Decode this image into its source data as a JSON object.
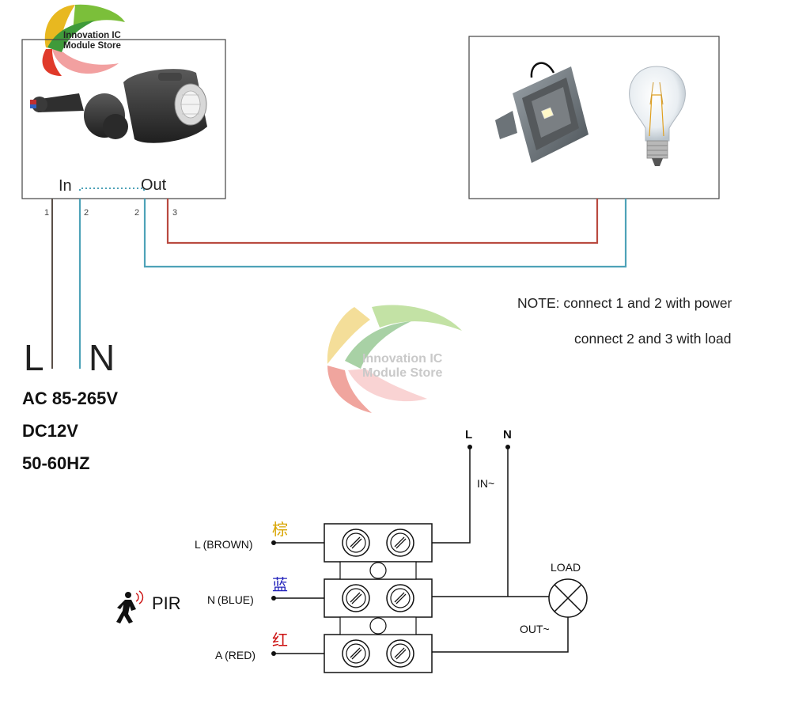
{
  "logo": {
    "line1": "Innovation IC",
    "line2": "Module Store"
  },
  "sensor_box": {
    "in_label": "In",
    "out_label": "Out",
    "terminals": [
      "1",
      "2",
      "2",
      "3"
    ]
  },
  "power": {
    "l_label": "L",
    "n_label": "N",
    "specs": [
      "AC 85-265V",
      "DC12V",
      "50-60HZ"
    ]
  },
  "note": {
    "line1": "NOTE: connect 1 and 2 with power",
    "line2": "connect 2 and 3 with load"
  },
  "schematic": {
    "l_top": "L",
    "n_top": "N",
    "in_label": "IN~",
    "out_label": "OUT~",
    "load_label": "LOAD",
    "pir_label": "PIR",
    "rows": [
      {
        "label": "L (BROWN)",
        "cn": "棕",
        "color": "#d8a400"
      },
      {
        "label": "N (BLUE)",
        "cn": "蓝",
        "color": "#2222bb"
      },
      {
        "label": "A (RED)",
        "cn": "红",
        "color": "#cc1111"
      }
    ]
  },
  "colors": {
    "wire_red": "#b94a40",
    "wire_blue": "#4ea2b8",
    "wire_brown": "#5a4f48"
  }
}
